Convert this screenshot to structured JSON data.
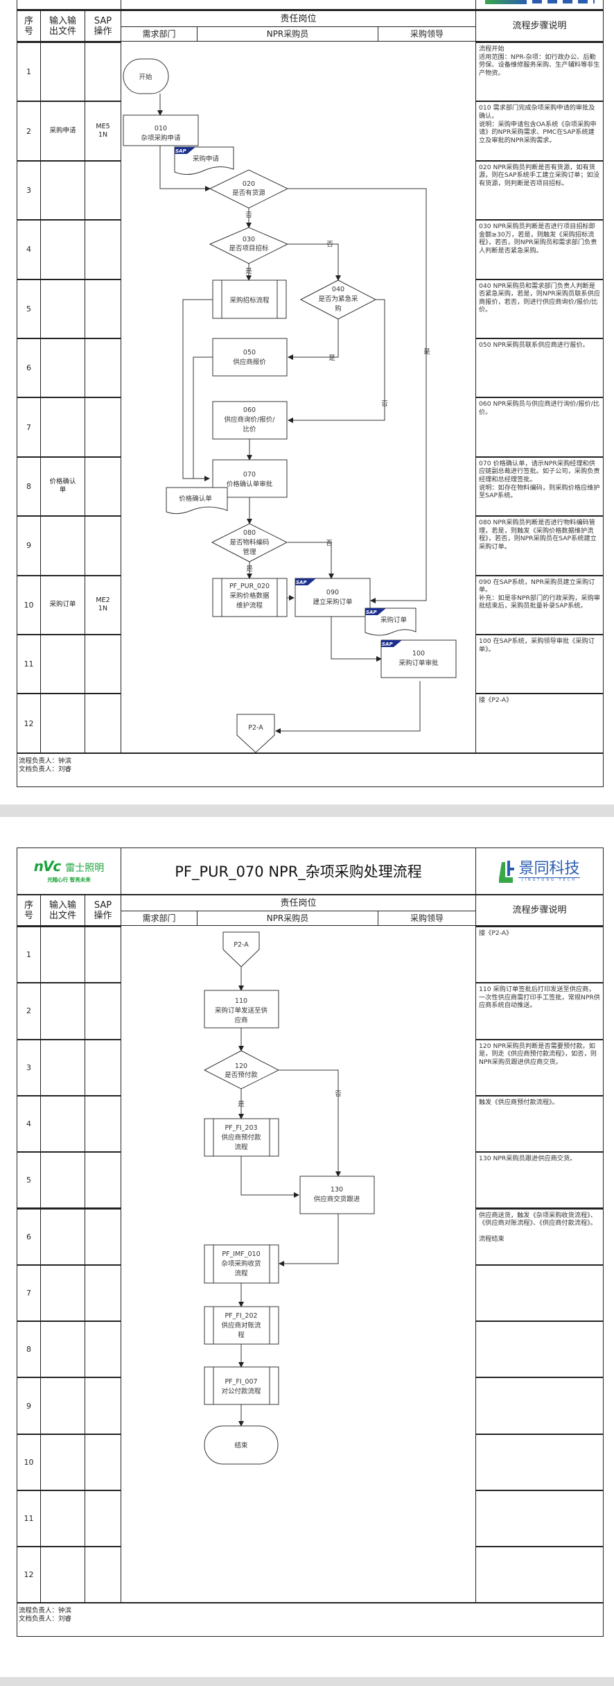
{
  "document": {
    "title": "PF_PUR_070  NPR_杂项采购处理流程",
    "left_logo": {
      "brand": "nVc",
      "name": "雷士照明",
      "slogan": "光随心行 智亮未来",
      "color": "#1aa33a"
    },
    "right_logo": {
      "name": "景同科技",
      "sub": "JINGTONG TECH",
      "color": "#2a5db0"
    }
  },
  "columns": {
    "seq": "序\n号",
    "io_doc": "输入输\n出文件",
    "sap_op": "SAP\n操作",
    "responsible": "责任岗位",
    "lanes": [
      "需求部门",
      "NPR采购员",
      "采购领导"
    ],
    "step_desc": "流程步骤说明"
  },
  "page1": {
    "rows": [
      {
        "seq": "1",
        "io": "",
        "sap": "",
        "desc": "流程开始\n适用范围：NPR-杂项：如行政办公、后勤劳保、设备维修服务采购、生产辅料等非生产物资。"
      },
      {
        "seq": "2",
        "io": "采购申请",
        "sap": "ME5\n1N",
        "desc": "010 需求部门完成杂项采购申请的审批及确认。\n说明：采购申请包含OA系统《杂项采购申请》的NPR采购需求、PMC在SAP系统建立及审批的NPR采购需求。"
      },
      {
        "seq": "3",
        "io": "",
        "sap": "",
        "desc": "020 NPR采购员判断是否有货源，如有货源，则在SAP系统手工建立采购订单；如没有货源，则判断是否项目招标。"
      },
      {
        "seq": "4",
        "io": "",
        "sap": "",
        "desc": "030 NPR采购员判断是否进行项目招标即金额≥30万，若是，则触发《采购招标流程》，若否，则NPR采购员和需求部门负责人判断是否紧急采购。"
      },
      {
        "seq": "5",
        "io": "",
        "sap": "",
        "desc": "040 NPR采购员和需求部门负责人判断是否紧急采购，若是，则NPR采购员联系供应商报价，若否，则进行供应商询价/报价/比价。"
      },
      {
        "seq": "6",
        "io": "",
        "sap": "",
        "desc": "050 NPR采购员联系供应商进行报价。"
      },
      {
        "seq": "7",
        "io": "",
        "sap": "",
        "desc": "060 NPR采购员与供应商进行询价/报价/比价。"
      },
      {
        "seq": "8",
        "io": "价格确认\n单",
        "sap": "",
        "desc": "070 价格确认单，请示NPR采购经理和供应链副总裁进行签批。如子公司，采购负责经理和总经理签批。\n说明：如存在物料编码，则采购价格应维护至SAP系统。"
      },
      {
        "seq": "9",
        "io": "",
        "sap": "",
        "desc": "080 NPR采购员判断是否进行物料编码管理，若是，则触发《采购价格数据维护流程》，若否，则NPR采购员在SAP系统建立采购订单。"
      },
      {
        "seq": "10",
        "io": "采购订单",
        "sap": "ME2\n1N",
        "desc": "090 在SAP系统，NPR采购员建立采购订单。\n补充：如是非NPR部门的行政采购，采购审批结束后，采购员批量补录SAP系统。"
      },
      {
        "seq": "11",
        "io": "",
        "sap": "",
        "desc": "100 在SAP系统，采购领导审批《采购订单》。"
      },
      {
        "seq": "12",
        "io": "",
        "sap": "",
        "desc": "接《P2-A》"
      }
    ],
    "flow": {
      "start": "开始",
      "n010": [
        "010",
        "杂项采购申请"
      ],
      "doc_pr": "采购申请",
      "n020": [
        "020",
        "是否有货源"
      ],
      "n030": [
        "030",
        "是否项目招标"
      ],
      "sub_bid": "采购招标流程",
      "n040": [
        "040",
        "是否为紧急采",
        "购"
      ],
      "n050": [
        "050",
        "供应商报价"
      ],
      "n060": [
        "060",
        "供应商询价/报价/",
        "比价"
      ],
      "n070": [
        "070",
        "价格确认单审批"
      ],
      "doc_price": "价格确认单",
      "n080": [
        "080",
        "是否物料编码",
        "管理"
      ],
      "sub_pur020": [
        "PF_PUR_020",
        "采购价格数据",
        "维护流程"
      ],
      "n090": [
        "090",
        "建立采购订单"
      ],
      "doc_po": "采购订单",
      "n100": [
        "100",
        "采购订单审批"
      ],
      "connector": "P2-A",
      "yes": "是",
      "no": "否",
      "sap_tag": "SAP"
    },
    "footer": {
      "process_owner": "流程负责人：钟滨",
      "doc_owner": "文档负责人：刘睿"
    }
  },
  "page2": {
    "rows": [
      {
        "seq": "1",
        "io": "",
        "sap": "",
        "desc": "接《P2-A》"
      },
      {
        "seq": "2",
        "io": "",
        "sap": "",
        "desc": "110 采购订单签批后打印发送至供应商，一次性供应商需打印手工签批，常规NPR供应商系统自动推送。"
      },
      {
        "seq": "3",
        "io": "",
        "sap": "",
        "desc": "120 NPR采购员判断是否需要预付款。如是，则走《供应商预付款流程》，如否，则NPR采购员跟进供应商交货。"
      },
      {
        "seq": "4",
        "io": "",
        "sap": "",
        "desc": "触发《供应商预付款流程》。"
      },
      {
        "seq": "5",
        "io": "",
        "sap": "",
        "desc": "130 NPR采购员跟进供应商交货。"
      },
      {
        "seq": "6",
        "io": "",
        "sap": "",
        "desc": "供应商送货，触发《杂项采购收货流程》、《供应商对账流程》、《供应商付款流程》。\n\n流程结束"
      },
      {
        "seq": "7",
        "io": "",
        "sap": "",
        "desc": ""
      },
      {
        "seq": "8",
        "io": "",
        "sap": "",
        "desc": ""
      },
      {
        "seq": "9",
        "io": "",
        "sap": "",
        "desc": ""
      },
      {
        "seq": "10",
        "io": "",
        "sap": "",
        "desc": ""
      },
      {
        "seq": "11",
        "io": "",
        "sap": "",
        "desc": ""
      },
      {
        "seq": "12",
        "io": "",
        "sap": "",
        "desc": ""
      }
    ],
    "flow": {
      "connector": "P2-A",
      "n110": [
        "110",
        "采购订单发送至供",
        "应商"
      ],
      "n120": [
        "120",
        "是否预付款"
      ],
      "sub_fi203": [
        "PF_FI_203",
        "供应商预付款",
        "流程"
      ],
      "n130": [
        "130",
        "供应商交货跟进"
      ],
      "sub_imf010": [
        "PF_IMF_010",
        "杂项采购收货",
        "流程"
      ],
      "sub_fi202": [
        "PF_FI_202",
        "供应商对账流",
        "程"
      ],
      "sub_fi007": [
        "PF_FI_007",
        "对公付款流程"
      ],
      "end": "结束",
      "yes": "是",
      "no": "否"
    },
    "footer": {
      "process_owner": "流程负责人：钟滨",
      "doc_owner": "文档负责人：刘睿"
    }
  }
}
